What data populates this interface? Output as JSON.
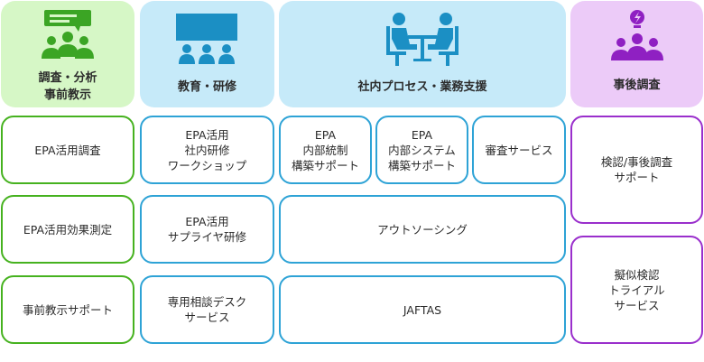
{
  "colors": {
    "green_bg": "#d6f7c6",
    "green_border": "#46b21f",
    "green_icon": "#3ba524",
    "blue_bg": "#c6eaf9",
    "blue_border": "#2ea3d6",
    "blue_icon": "#1b8fc4",
    "purple_bg": "#eccbf8",
    "purple_border": "#9a2fcc",
    "purple_icon": "#8f20c2"
  },
  "headers": {
    "research": {
      "label": "調査・分析\n事前教示",
      "icon": "team-chat-icon"
    },
    "education": {
      "label": "教育・研修",
      "icon": "presentation-audience-icon"
    },
    "operations": {
      "label": "社内プロセス・業務支援",
      "icon": "meeting-table-icon"
    },
    "post": {
      "label": "事後調査",
      "icon": "idea-team-icon"
    }
  },
  "boxes": {
    "epa_survey": "EPA活用調査",
    "epa_effect": "EPA活用効果測定",
    "pre_support": "事前教示サポート",
    "epa_workshop": "EPA活用\n社内研修\nワークショップ",
    "epa_supplier": "EPA活用\nサプライヤ研修",
    "help_desk": "専用相談デスク\nサービス",
    "epa_control": "EPA\n内部統制\n構築サポート",
    "epa_system": "EPA\n内部システム\n構築サポート",
    "audit_service": "審査サービス",
    "outsourcing": "アウトソーシング",
    "jaftas": "JAFTAS",
    "verification": "検認/事後調査\nサポート",
    "mock_trial": "擬似検認\nトライアル\nサービス"
  }
}
